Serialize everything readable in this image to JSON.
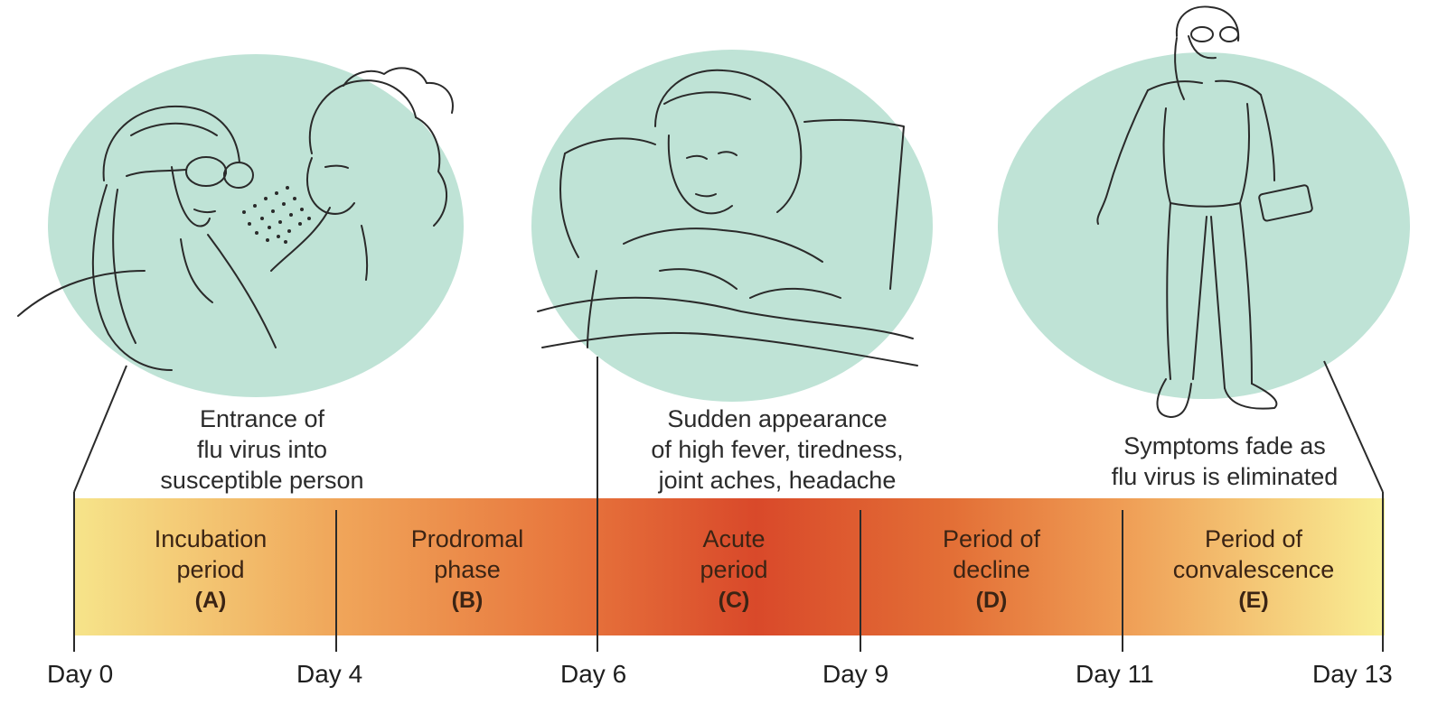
{
  "captions": {
    "entrance": [
      "Entrance of",
      "flu virus into",
      "susceptible person"
    ],
    "acute": [
      "Sudden appearance",
      "of high fever, tiredness,",
      "joint aches, headache"
    ],
    "recovery": [
      "Symptoms fade as",
      "flu virus is eliminated"
    ]
  },
  "phases": [
    {
      "line1": "Incubation",
      "line2": "period",
      "code": "(A)"
    },
    {
      "line1": "Prodromal",
      "line2": "phase",
      "code": "(B)"
    },
    {
      "line1": "Acute",
      "line2": "period",
      "code": "(C)"
    },
    {
      "line1": "Period of",
      "line2": "decline",
      "code": "(D)"
    },
    {
      "line1": "Period of",
      "line2": "convalescence",
      "code": "(E)"
    }
  ],
  "days": [
    "Day 0",
    "Day 4",
    "Day 6",
    "Day 9",
    "Day 11",
    "Day 13"
  ],
  "colors": {
    "circle_fill": "#bfe3d6",
    "band_light": "#f6e48a",
    "band_mid": "#ef9d55",
    "band_dark": "#d9492a",
    "line": "#2a2a2a"
  },
  "illustrations": [
    "person-being-infected-icon",
    "sick-person-in-bed-icon",
    "recovered-person-standing-icon"
  ]
}
